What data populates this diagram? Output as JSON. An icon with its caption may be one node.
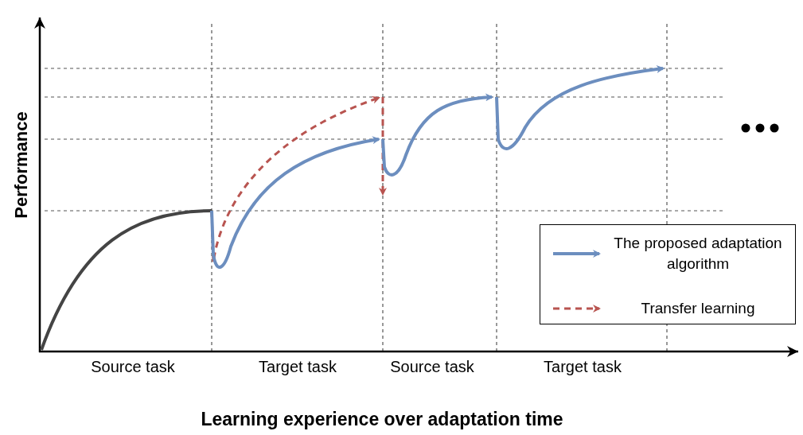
{
  "diagram": {
    "labels": [
      "Performance",
      "Source task",
      "Target task",
      "Source task",
      "Target task",
      "Learning experience over adaptation time"
    ],
    "legend": [
      {
        "text": "The proposed adaptation algorithm"
      },
      {
        "text": "Transfer learning"
      }
    ]
  }
}
